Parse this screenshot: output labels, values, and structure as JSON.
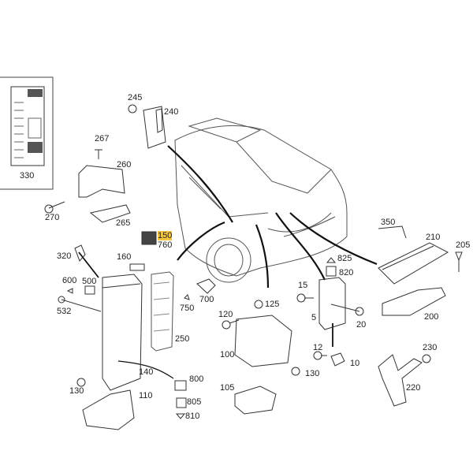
{
  "diagram": {
    "highlight_color": "#f5c542",
    "labels": {
      "p245": "245",
      "p240": "240",
      "p330": "330",
      "p267": "267",
      "p260": "260",
      "p270": "270",
      "p265": "265",
      "p150": "150",
      "p760": "760",
      "p320": "320",
      "p160": "160",
      "p600": "600",
      "p500": "500",
      "p532": "532",
      "p700": "700",
      "p750": "750",
      "p250": "250",
      "p140": "140",
      "p800": "800",
      "p805": "805",
      "p810": "810",
      "p130a": "130",
      "p110": "110",
      "p120": "120",
      "p125": "125",
      "p100": "100",
      "p105": "105",
      "p130b": "130",
      "p15": "15",
      "p5": "5",
      "p20": "20",
      "p12": "12",
      "p10": "10",
      "p825": "825",
      "p820": "820",
      "p350": "350",
      "p210": "210",
      "p205": "205",
      "p200": "200",
      "p230": "230",
      "p220": "220"
    }
  }
}
